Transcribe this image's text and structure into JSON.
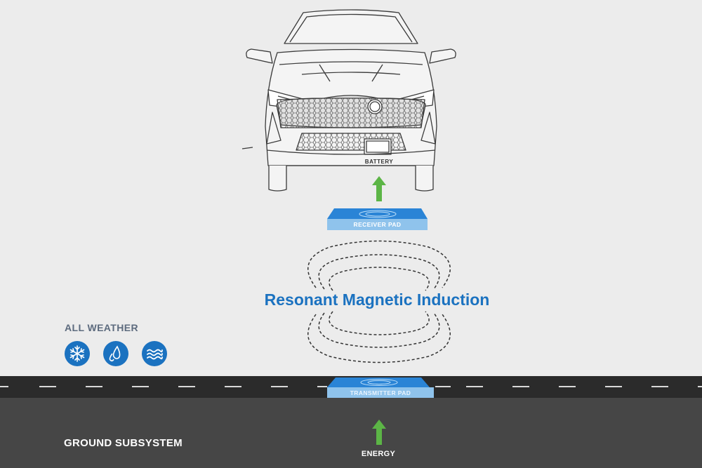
{
  "diagram": {
    "title": "Resonant Magnetic Induction",
    "car": {
      "battery_label": "BATTERY"
    },
    "receiver_pad": {
      "label": "RECEIVER PAD"
    },
    "transmitter_pad": {
      "label": "TRANSMITTER PAD"
    },
    "energy_label": "ENERGY",
    "ground_label": "GROUND SUBSYSTEM",
    "weather": {
      "title": "ALL WEATHER",
      "icons": [
        "snowflake-icon",
        "water-drops-icon",
        "waves-icon"
      ]
    },
    "colors": {
      "accent_blue": "#1b72c0",
      "arrow_green": "#5cb546",
      "road": "#2b2b2b",
      "ground": "#464646",
      "background": "#ececec"
    }
  }
}
